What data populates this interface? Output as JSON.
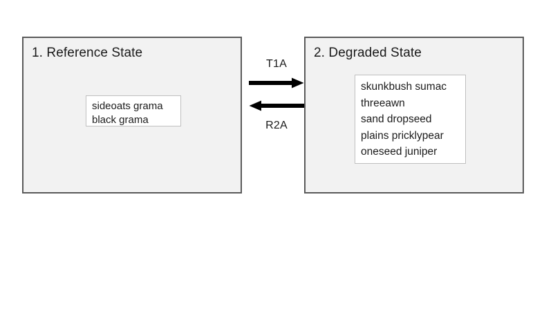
{
  "diagram": {
    "type": "state-and-transition",
    "background_color": "#ffffff",
    "states": [
      {
        "id": "state-1",
        "title": "1. Reference State",
        "box_fill": "#f2f2f2",
        "box_border": "#595959",
        "species": [
          "sideoats grama",
          "black grama"
        ]
      },
      {
        "id": "state-2",
        "title": "2. Degraded State",
        "box_fill": "#f2f2f2",
        "box_border": "#595959",
        "species": [
          "skunkbush sumac",
          "threeawn",
          "sand dropseed",
          "plains pricklypear",
          "oneseed juniper"
        ]
      }
    ],
    "transitions": [
      {
        "id": "transition-forward",
        "label": "T1A",
        "direction": "right",
        "from": "state-1",
        "to": "state-2",
        "color": "#000000"
      },
      {
        "id": "transition-reverse",
        "label": "R2A",
        "direction": "left",
        "from": "state-2",
        "to": "state-1",
        "color": "#000000"
      }
    ]
  }
}
